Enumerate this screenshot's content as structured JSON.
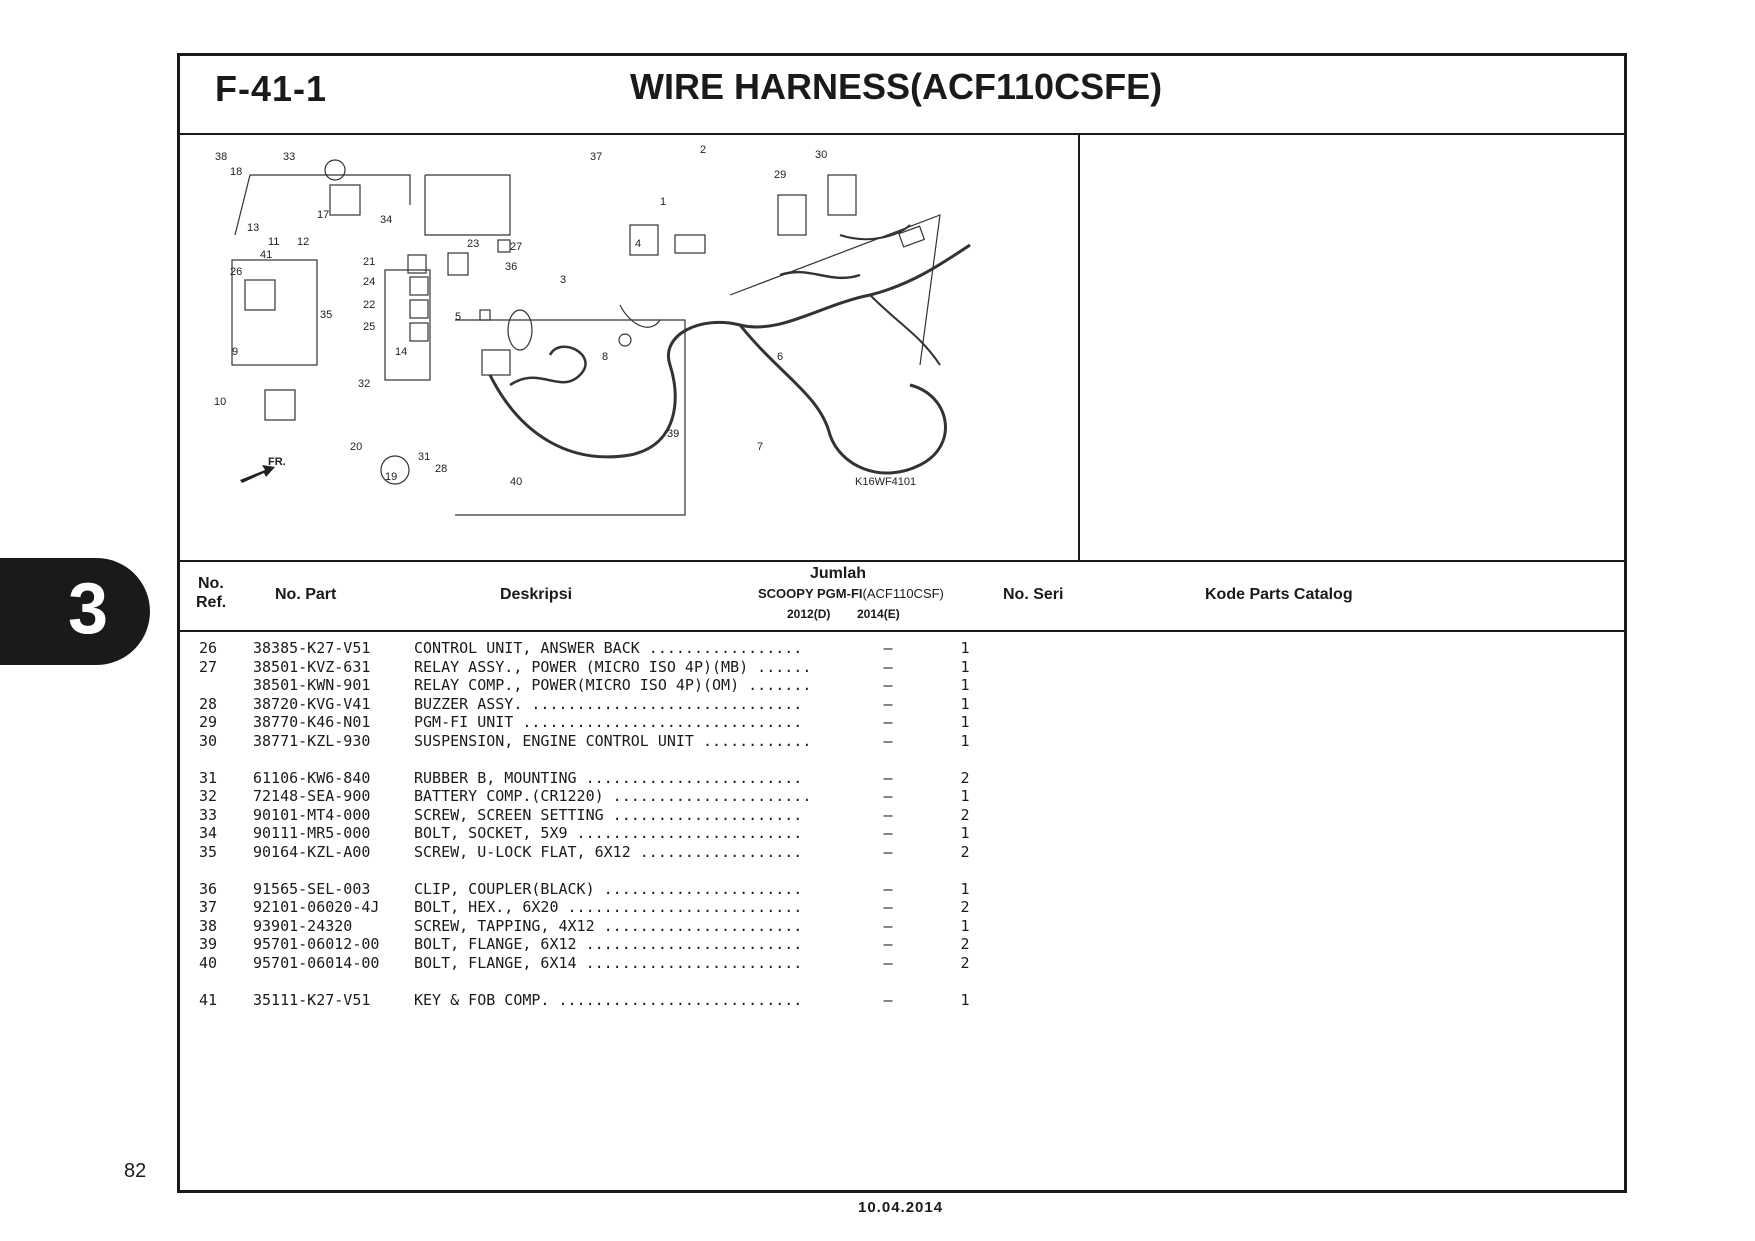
{
  "header": {
    "code": "F-41-1",
    "title": "WIRE HARNESS(ACF110CSFE)"
  },
  "section_tab": "3",
  "page_number": "82",
  "date": "10.04.2014",
  "diagram": {
    "callouts": [
      "1",
      "2",
      "3",
      "4",
      "5",
      "6",
      "7",
      "8",
      "9",
      "10",
      "11",
      "12",
      "13",
      "14",
      "17",
      "18",
      "19",
      "20",
      "21",
      "22",
      "23",
      "24",
      "25",
      "26",
      "27",
      "28",
      "29",
      "30",
      "31",
      "32",
      "33",
      "34",
      "35",
      "36",
      "37",
      "38",
      "39",
      "40",
      "41"
    ],
    "direction_label": "FR.",
    "drawing_code": "K16WF4101"
  },
  "table": {
    "headers": {
      "ref_line1": "No.",
      "ref_line2": "Ref.",
      "part_no": "No. Part",
      "description": "Deskripsi",
      "quantity": "Jumlah",
      "model_bold": "SCOOPY PGM-FI",
      "model_code": "(ACF110CSF)",
      "year_1": "2012(D)",
      "year_2": "2014(E)",
      "serial": "No. Seri",
      "catalog": "Kode Parts Catalog"
    },
    "rows": [
      {
        "ref": "26",
        "part": "38385-K27-V51",
        "desc": "CONTROL UNIT, ANSWER BACK .................",
        "q1": "–",
        "q2": "1"
      },
      {
        "ref": "27",
        "part": "38501-KVZ-631",
        "desc": "RELAY ASSY., POWER (MICRO ISO 4P)(MB) ......",
        "q1": "–",
        "q2": "1"
      },
      {
        "ref": "",
        "part": "38501-KWN-901",
        "desc": "RELAY COMP., POWER(MICRO ISO 4P)(OM) .......",
        "q1": "–",
        "q2": "1"
      },
      {
        "ref": "28",
        "part": "38720-KVG-V41",
        "desc": "BUZZER ASSY. ..............................",
        "q1": "–",
        "q2": "1"
      },
      {
        "ref": "29",
        "part": "38770-K46-N01",
        "desc": "PGM-FI UNIT ...............................",
        "q1": "–",
        "q2": "1"
      },
      {
        "ref": "30",
        "part": "38771-KZL-930",
        "desc": "SUSPENSION, ENGINE CONTROL UNIT ............",
        "q1": "–",
        "q2": "1"
      },
      {
        "ref": "31",
        "part": "61106-KW6-840",
        "desc": "RUBBER B, MOUNTING ........................",
        "q1": "–",
        "q2": "2"
      },
      {
        "ref": "32",
        "part": "72148-SEA-900",
        "desc": "BATTERY COMP.(CR1220) ......................",
        "q1": "–",
        "q2": "1"
      },
      {
        "ref": "33",
        "part": "90101-MT4-000",
        "desc": "SCREW, SCREEN SETTING .....................",
        "q1": "–",
        "q2": "2"
      },
      {
        "ref": "34",
        "part": "90111-MR5-000",
        "desc": "BOLT, SOCKET, 5X9 .........................",
        "q1": "–",
        "q2": "1"
      },
      {
        "ref": "35",
        "part": "90164-KZL-A00",
        "desc": "SCREW, U-LOCK FLAT, 6X12 ..................",
        "q1": "–",
        "q2": "2"
      },
      {
        "ref": "36",
        "part": "91565-SEL-003",
        "desc": "CLIP, COUPLER(BLACK) ......................",
        "q1": "–",
        "q2": "1"
      },
      {
        "ref": "37",
        "part": "92101-06020-4J",
        "desc": "BOLT, HEX., 6X20 ..........................",
        "q1": "–",
        "q2": "2"
      },
      {
        "ref": "38",
        "part": "93901-24320",
        "desc": "SCREW, TAPPING, 4X12 ......................",
        "q1": "–",
        "q2": "1"
      },
      {
        "ref": "39",
        "part": "95701-06012-00",
        "desc": "BOLT, FLANGE, 6X12 ........................",
        "q1": "–",
        "q2": "2"
      },
      {
        "ref": "40",
        "part": "95701-06014-00",
        "desc": "BOLT, FLANGE, 6X14 ........................",
        "q1": "–",
        "q2": "2"
      },
      {
        "ref": "41",
        "part": "35111-K27-V51",
        "desc": "KEY & FOB COMP. ...........................",
        "q1": "–",
        "q2": "1"
      }
    ]
  }
}
